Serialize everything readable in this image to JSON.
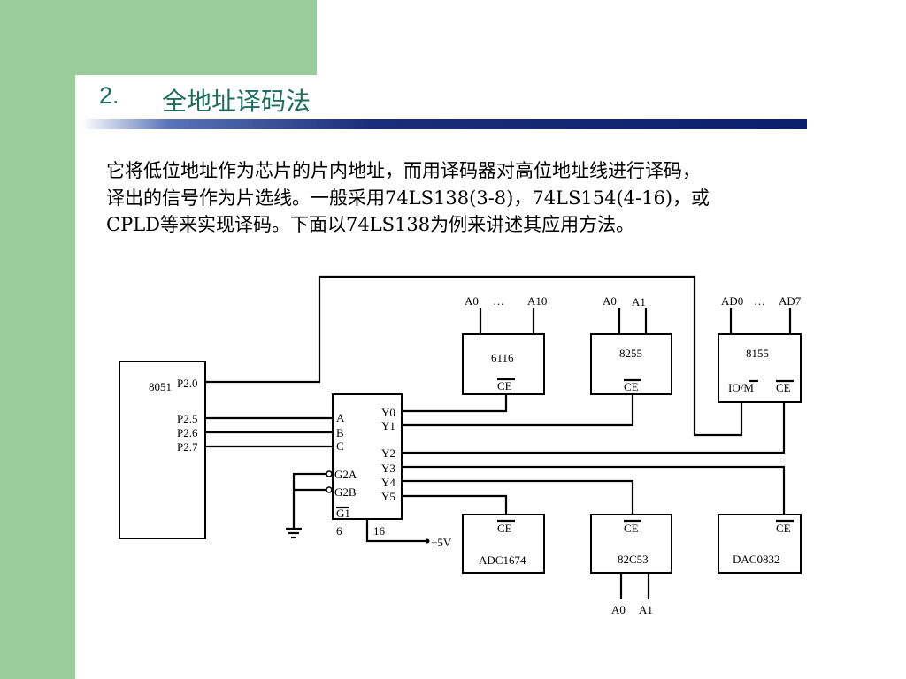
{
  "slide": {
    "title_number": "2.",
    "title_text": "全地址译码法",
    "body_lines": [
      "它将低位地址作为芯片的片内地址，而用译码器对高位地址线进行译码，",
      "译出的信号作为片选线。一般采用74LS138(3-8)，74LS154(4-16)，或",
      "CPLD等来实现译码。下面以74LS138为例来讲述其应用方法。"
    ],
    "colors": {
      "accent_green": "#99cc99",
      "title_color": "#1f6b5e",
      "rule_color": "#0b1f6e"
    }
  },
  "diagram": {
    "cpu": {
      "name": "8051",
      "pins": {
        "p20": "P2.0",
        "p25": "P2.5",
        "p26": "P2.6",
        "p27": "P2.7"
      }
    },
    "decoder": {
      "inputs": {
        "a": "A",
        "b": "B",
        "c": "C",
        "g2a": "G2A",
        "g2b": "G2B",
        "g1": "G1"
      },
      "outputs": {
        "y0": "Y0",
        "y1": "Y1",
        "y2": "Y2",
        "y3": "Y3",
        "y4": "Y4",
        "y5": "Y5"
      },
      "pin6": "6",
      "pin16": "16",
      "vcc": "+5V"
    },
    "chips": {
      "c6116": {
        "name": "6116",
        "ce": "CE",
        "addr_low": "A0",
        "addr_dots": "…",
        "addr_high": "A10"
      },
      "c8255": {
        "name": "8255",
        "ce": "CE",
        "addr_a0": "A0",
        "addr_a1": "A1"
      },
      "c8155": {
        "name": "8155",
        "ce": "CE",
        "iom": "IO/M",
        "addr_low": "AD0",
        "addr_dots": "…",
        "addr_high": "AD7"
      },
      "adc": {
        "name": "ADC1674",
        "ce": "CE"
      },
      "c82c53": {
        "name": "82C53",
        "ce": "CE",
        "addr_a0": "A0",
        "addr_a1": "A1"
      },
      "dac": {
        "name": "DAC0832",
        "ce": "CE"
      }
    }
  }
}
